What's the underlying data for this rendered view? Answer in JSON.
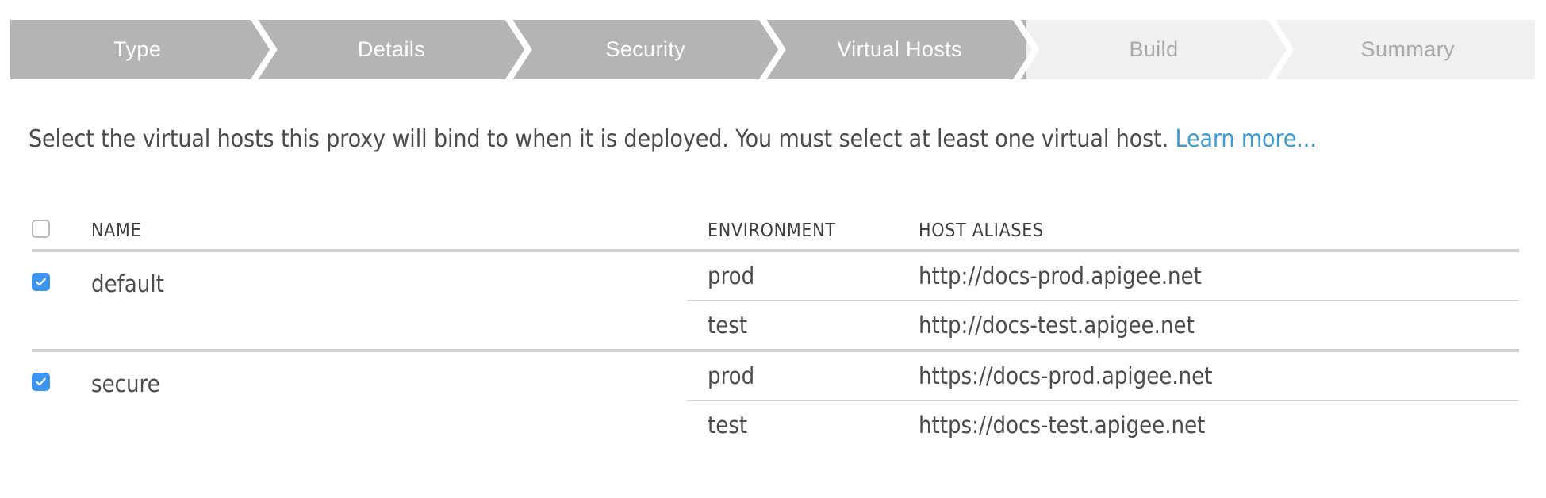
{
  "wizard": {
    "steps": [
      {
        "label": "Type",
        "state": "done"
      },
      {
        "label": "Details",
        "state": "done"
      },
      {
        "label": "Security",
        "state": "done"
      },
      {
        "label": "Virtual Hosts",
        "state": "done"
      },
      {
        "label": "Build",
        "state": "todo"
      },
      {
        "label": "Summary",
        "state": "todo"
      }
    ],
    "active_color": "#b4b4b4",
    "inactive_color": "#f0f0f0",
    "active_text_color": "#ffffff",
    "inactive_text_color": "#a8a8a8"
  },
  "description": {
    "text": "Select the virtual hosts this proxy will bind to when it is deployed. You must select at least one virtual host. ",
    "link_label": "Learn more...",
    "link_color": "#3d9bd4"
  },
  "table": {
    "select_all_checked": false,
    "headers": {
      "name": "NAME",
      "environment": "ENVIRONMENT",
      "host_aliases": "HOST ALIASES"
    },
    "checked_color": "#3d95f0",
    "rows": [
      {
        "name": "default",
        "checked": true,
        "environments": [
          {
            "environment": "prod",
            "host_alias": "http://docs-prod.apigee.net"
          },
          {
            "environment": "test",
            "host_alias": "http://docs-test.apigee.net"
          }
        ]
      },
      {
        "name": "secure",
        "checked": true,
        "environments": [
          {
            "environment": "prod",
            "host_alias": "https://docs-prod.apigee.net"
          },
          {
            "environment": "test",
            "host_alias": "https://docs-test.apigee.net"
          }
        ]
      }
    ]
  }
}
